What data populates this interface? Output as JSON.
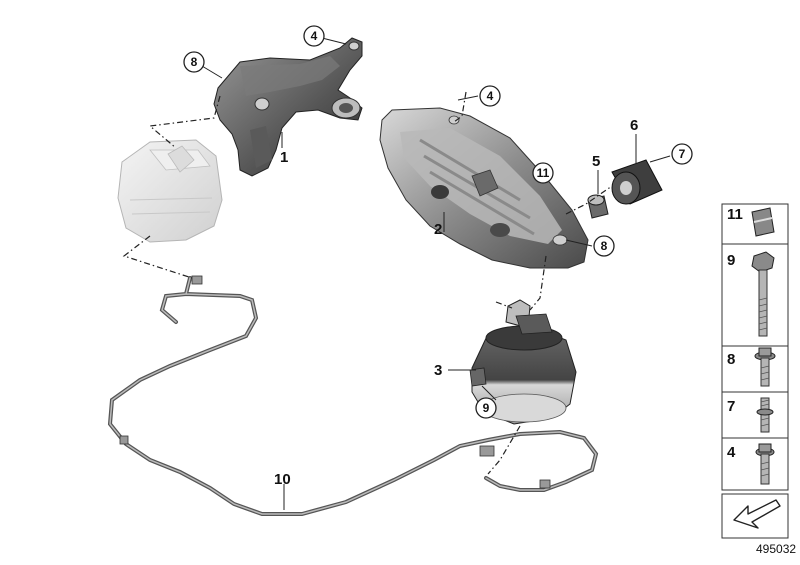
{
  "callouts": {
    "c1": "1",
    "c2": "2",
    "c3": "3",
    "c4a": "4",
    "c4b": "4",
    "c5": "5",
    "c6": "6",
    "c7": "7",
    "c8a": "8",
    "c8b": "8",
    "c9": "9",
    "c10": "10",
    "c11": "11"
  },
  "sidebar": {
    "items": [
      {
        "num": "11",
        "icon": "clip-nut-icon"
      },
      {
        "num": "9",
        "icon": "long-bolt-icon"
      },
      {
        "num": "8",
        "icon": "flange-bolt-icon"
      },
      {
        "num": "7",
        "icon": "stud-bolt-icon"
      },
      {
        "num": "4",
        "icon": "short-bolt-icon"
      }
    ]
  },
  "diagram_id": "495032",
  "colors": {
    "part_dark": "#4a4a4a",
    "part_mid": "#8a8a8a",
    "part_light": "#c8c8c8",
    "ghost": "#e6e6e6",
    "line": "#222222"
  }
}
